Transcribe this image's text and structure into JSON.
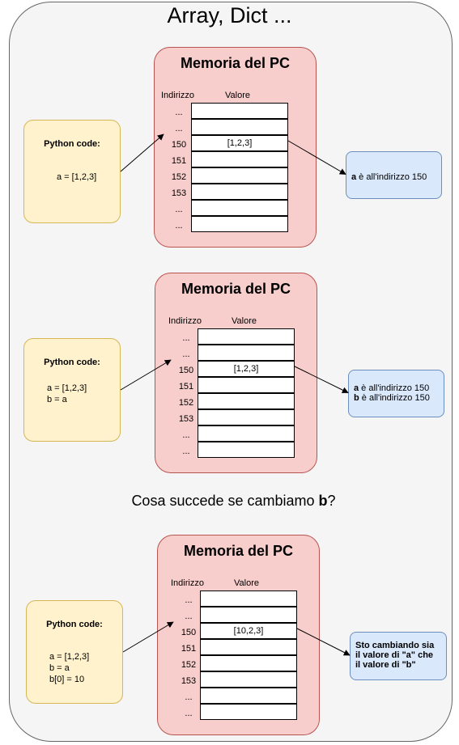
{
  "title": "Array, Dict ...",
  "question": {
    "prefix": "Cosa succede se cambiamo ",
    "bold": "b",
    "suffix": "?"
  },
  "sections": [
    {
      "code_title": "Python code:",
      "code_lines": [
        "a = [1,2,3]"
      ],
      "memory_title": "Memoria del PC",
      "header_address": "Indirizzo",
      "header_value": "Valore",
      "addresses": [
        "...",
        "...",
        "150",
        "151",
        "152",
        "153",
        "...",
        "..."
      ],
      "values": [
        "",
        "",
        "[1,2,3]",
        "",
        "",
        "",
        "",
        ""
      ],
      "note_lines": [
        {
          "bold": "a",
          "text": " è all'indirizzo 150"
        }
      ]
    },
    {
      "code_title": "Python code:",
      "code_lines": [
        "a = [1,2,3]",
        "b = a"
      ],
      "memory_title": "Memoria del PC",
      "header_address": "Indirizzo",
      "header_value": "Valore",
      "addresses": [
        "...",
        "...",
        "150",
        "151",
        "152",
        "153",
        "...",
        "..."
      ],
      "values": [
        "",
        "",
        "[1,2,3]",
        "",
        "",
        "",
        "",
        ""
      ],
      "note_lines": [
        {
          "bold": "a",
          "text": " è all'indirizzo 150"
        },
        {
          "bold": "b",
          "text": " è all'indirizzo 150"
        }
      ]
    },
    {
      "code_title": "Python code:",
      "code_lines": [
        "a = [1,2,3]",
        "b = a",
        "b[0] = 10"
      ],
      "memory_title": "Memoria del PC",
      "header_address": "Indirizzo",
      "header_value": "Valore",
      "addresses": [
        "...",
        "...",
        "150",
        "151",
        "152",
        "153",
        "...",
        "..."
      ],
      "values": [
        "",
        "",
        "[10,2,3]",
        "",
        "",
        "",
        "",
        ""
      ],
      "note_lines": [
        {
          "bold": "Sto cambiando sia",
          "text": ""
        },
        {
          "bold": "il valore di \"a\" che",
          "text": ""
        },
        {
          "bold": "il valore di \"b\"",
          "text": ""
        }
      ]
    }
  ],
  "colors": {
    "code_fill": "#fff2cc",
    "code_border": "#d6b656",
    "memory_fill": "#f8cecc",
    "memory_border": "#b85450",
    "note_fill": "#dae8fc",
    "note_border": "#6c8ebf",
    "frame_fill": "#f5f5f5"
  }
}
